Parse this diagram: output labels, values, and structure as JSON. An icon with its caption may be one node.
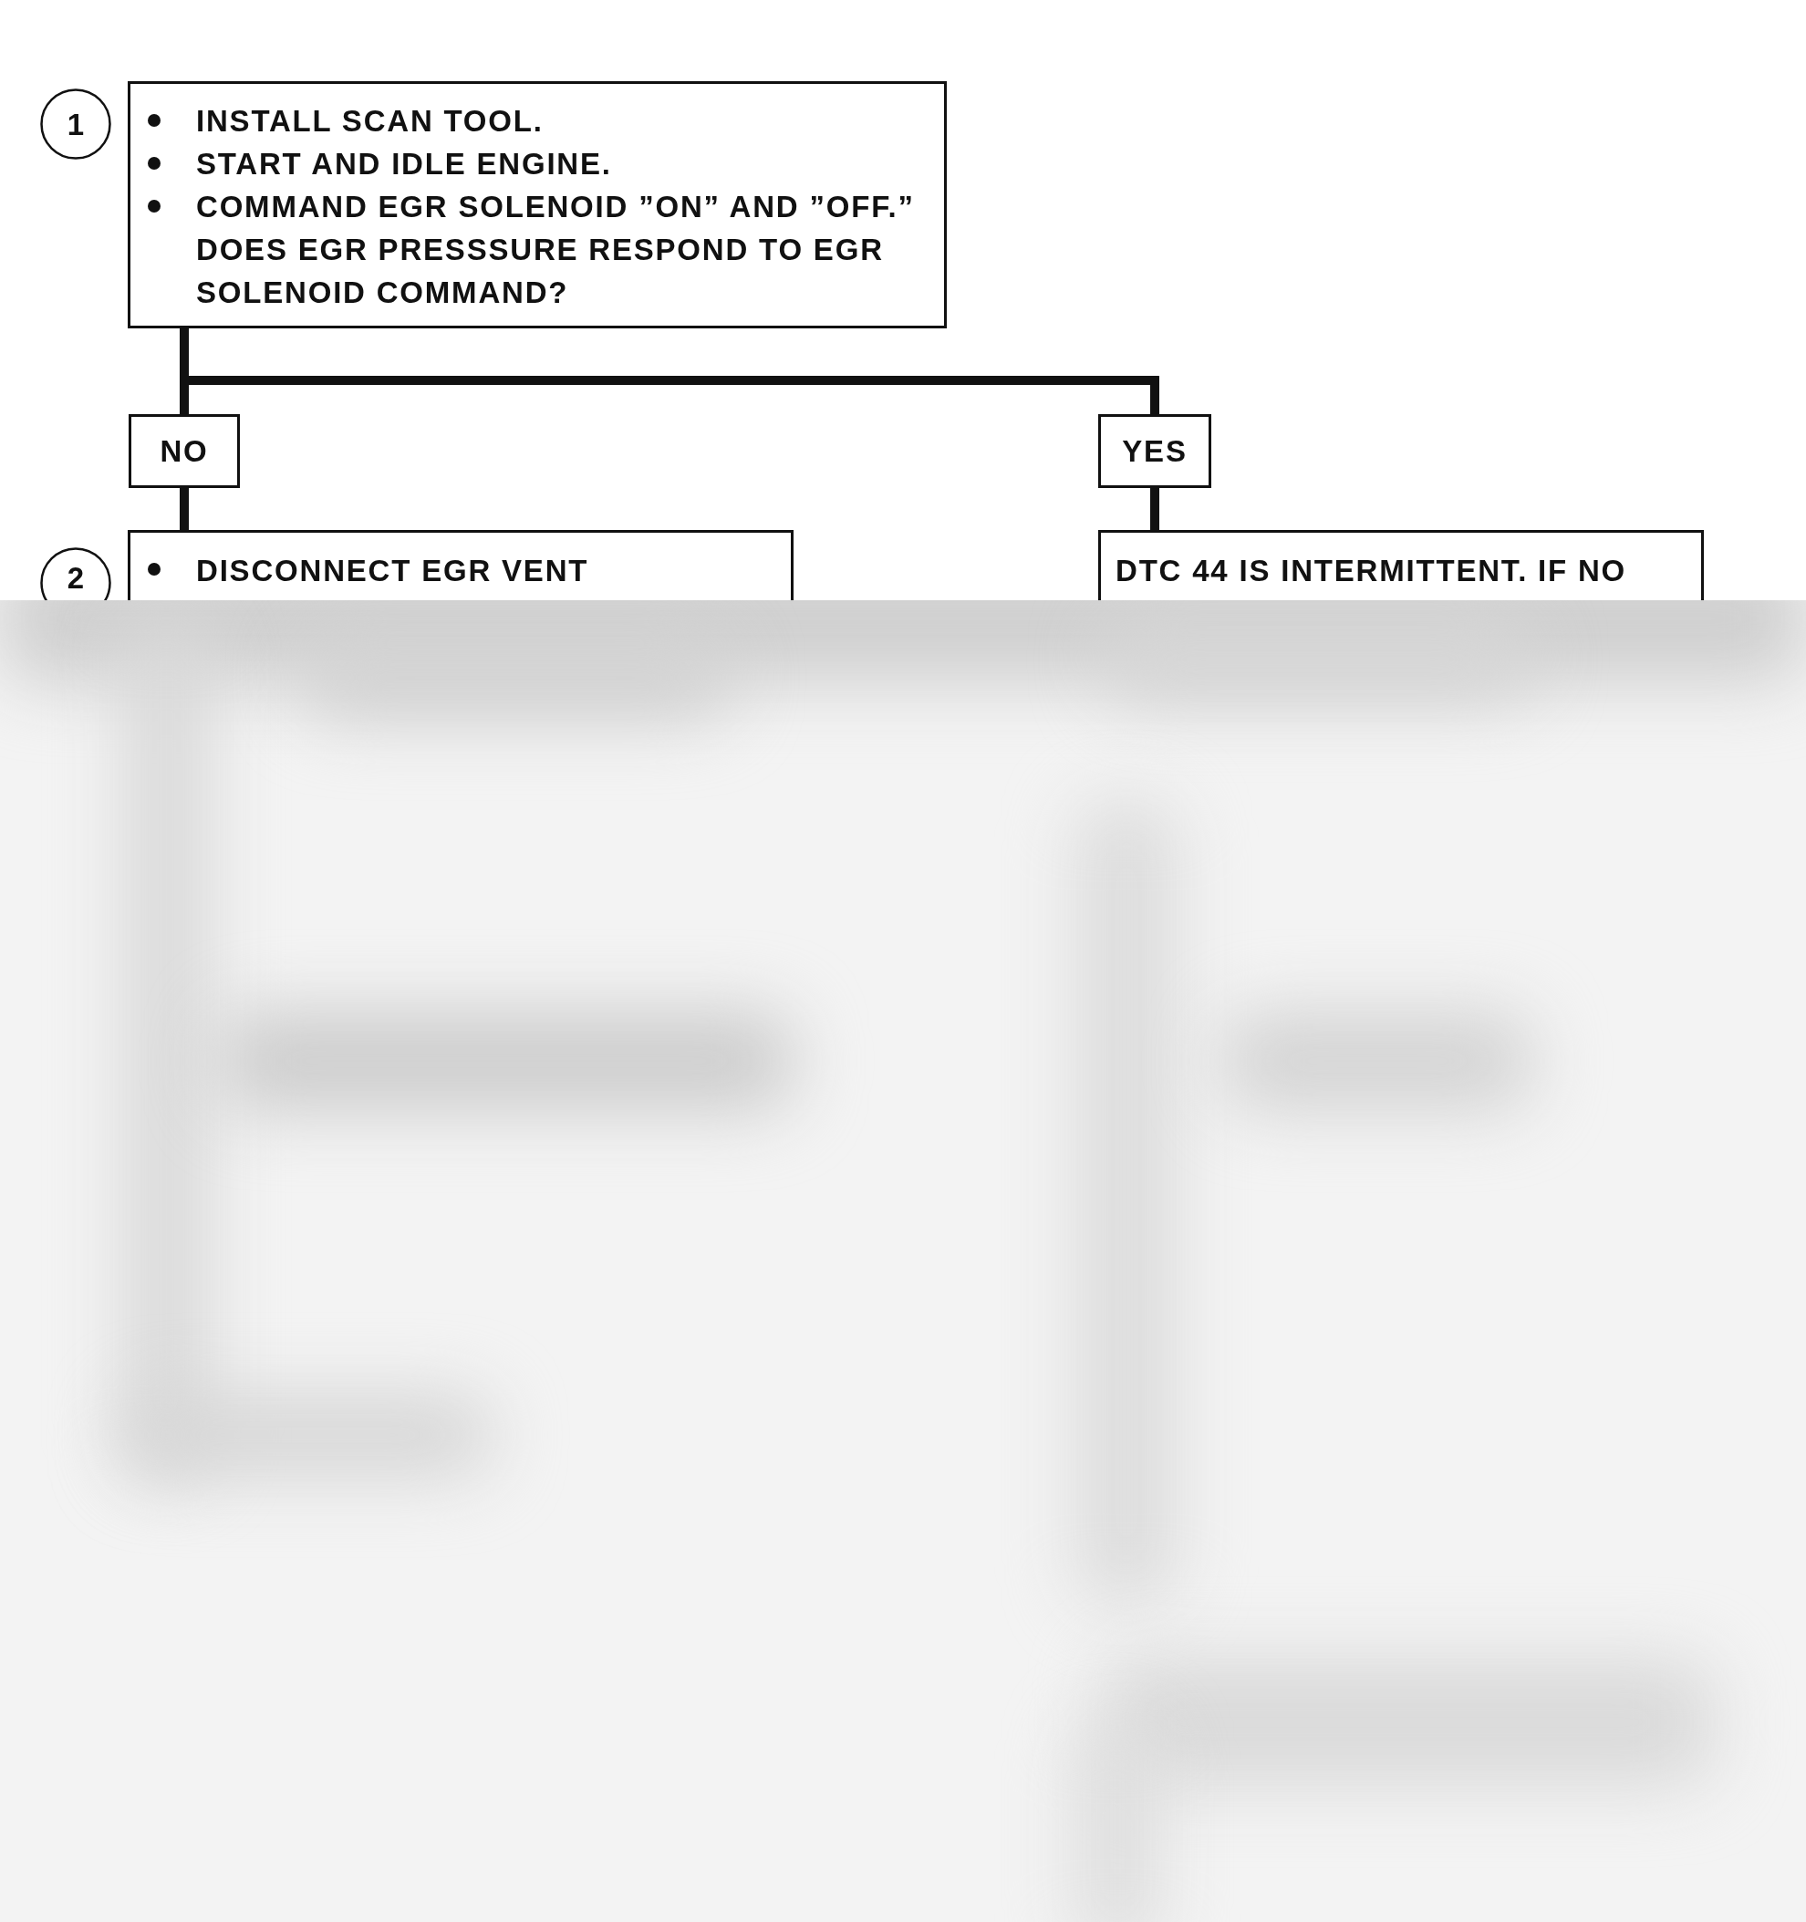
{
  "diagram": {
    "nodes": [
      {
        "text": [
          "1"
        ]
      },
      {
        "text": [
          "INSTALL SCAN TOOL.",
          "START AND IDLE ENGINE.",
          "COMMAND EGR SOLENOID ”ON” AND ”OFF.”",
          "DOES EGR PRESSSURE RESPOND TO EGR SOLENOID COMMAND?"
        ]
      },
      {
        "text": [
          "NO"
        ]
      },
      {
        "text": [
          "YES"
        ]
      },
      {
        "text": [
          "2"
        ]
      },
      {
        "text": [
          "DISCONNECT EGR VENT"
        ]
      },
      {
        "text": [
          "DTC 44 IS INTERMITTENT. IF NO"
        ]
      }
    ],
    "edges": [
      {
        "from": 1,
        "to": 2,
        "arrow": "none"
      },
      {
        "from": 1,
        "to": 3,
        "arrow": "none"
      },
      {
        "from": 2,
        "to": 5,
        "arrow": "none"
      },
      {
        "from": 3,
        "to": 6,
        "arrow": "none"
      }
    ]
  }
}
